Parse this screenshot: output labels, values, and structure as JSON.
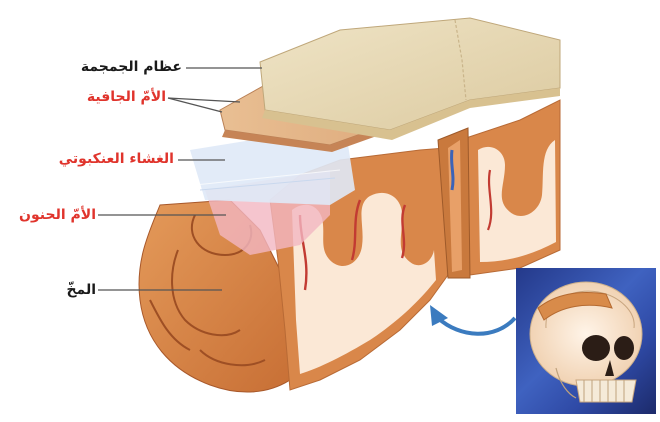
{
  "labels": {
    "skull_bone": "عظام الجمجمة",
    "dura_mater": "الأمّ الجافية",
    "arachnoid": "الغشاء العنكبوتي",
    "pia_mater": "الأمّ الحنون",
    "brain": "المخّ"
  },
  "colors": {
    "label_black": "#1a1a1a",
    "label_red": "#e0342c",
    "bone": "#e9dcbc",
    "dura": "#e7b98c",
    "cortex": "#d9874a",
    "white_matter": "#fbe8d6",
    "inset_bg": "#2f4aa6",
    "arrow": "#3b7bbf"
  },
  "icons": {
    "arrow": "curved-arrow-icon",
    "skull": "skull-inset-icon"
  }
}
